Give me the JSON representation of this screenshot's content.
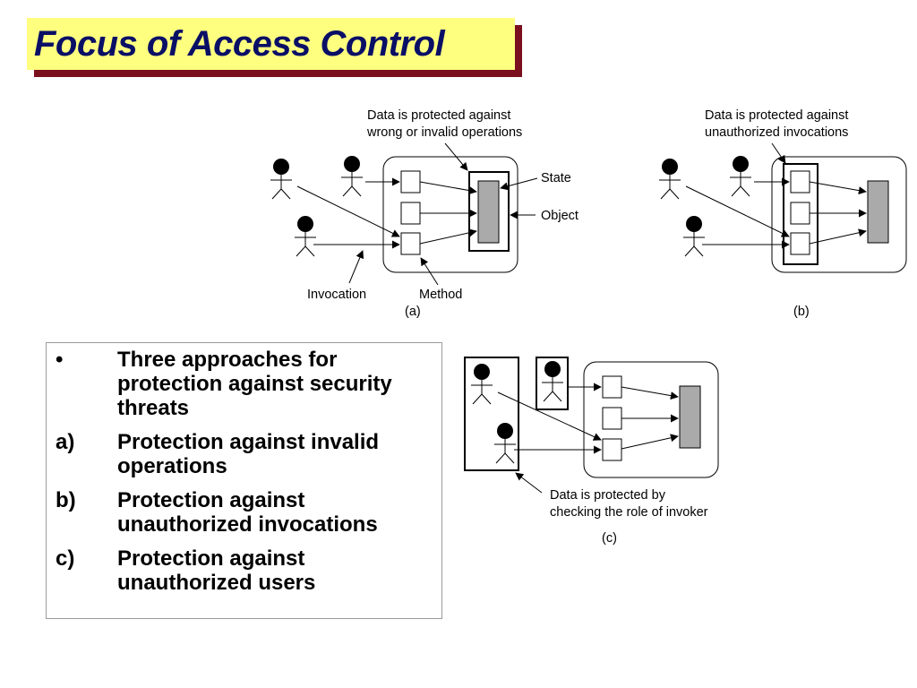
{
  "slide": {
    "title": "Focus of Access Control"
  },
  "bullets": [
    {
      "marker": "•",
      "text": "Three approaches for protection against security threats"
    },
    {
      "marker": "a)",
      "text": "Protection against invalid operations"
    },
    {
      "marker": "b)",
      "text": "Protection against unauthorized invocations"
    },
    {
      "marker": "c)",
      "text": "Protection against unauthorized users"
    }
  ],
  "figure_a": {
    "note_line1": "Data is protected against",
    "note_line2": "wrong or invalid operations",
    "state_label": "State",
    "object_label": "Object",
    "invocation_label": "Invocation",
    "method_label": "Method",
    "caption": "(a)"
  },
  "figure_b": {
    "note_line1": "Data is protected against",
    "note_line2": "unauthorized invocations",
    "caption": "(b)"
  },
  "figure_c": {
    "note_line1": "Data is protected by",
    "note_line2": "checking the role of invoker",
    "caption": "(c)"
  },
  "colors": {
    "title_bg": "#ffff7f",
    "title_shadow": "#7a0f1e",
    "title_text": "#0a0f66",
    "state_fill": "#aaaaaa"
  }
}
